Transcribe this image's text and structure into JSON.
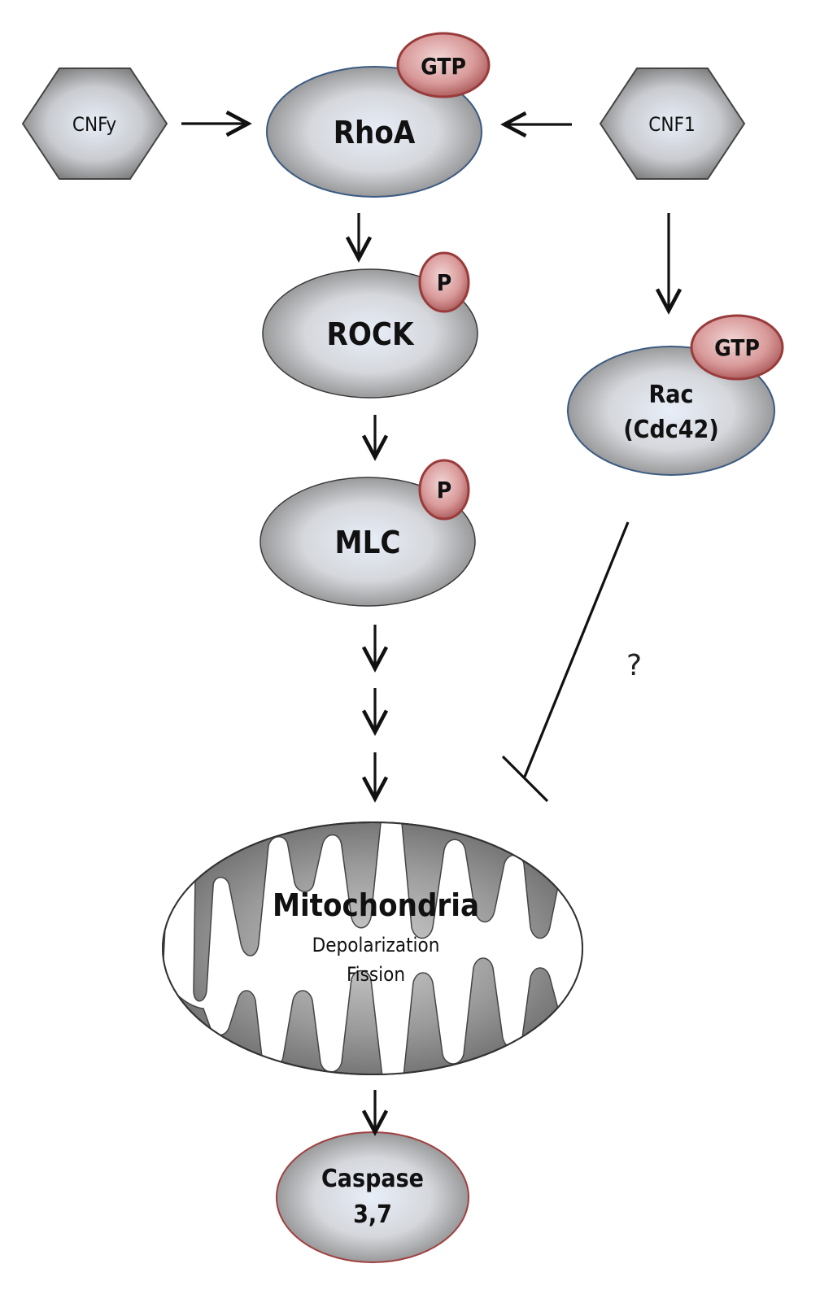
{
  "nodes": {
    "cnfy": "CNFy",
    "cnf1": "CNF1",
    "rhoa": "RhoA",
    "rhoa_badge": "GTP",
    "rock": "ROCK",
    "rock_badge": "P",
    "mlc": "MLC",
    "mlc_badge": "P",
    "rac_line1": "Rac",
    "rac_line2": "(Cdc42)",
    "rac_badge": "GTP",
    "mito_title": "Mitochondria",
    "mito_line1": "Depolarization",
    "mito_line2": "Fission",
    "casp_line1": "Caspase",
    "casp_line2": "3,7"
  },
  "annotations": {
    "question": "?"
  },
  "colors": {
    "node_fill_center": "#e6edf8",
    "node_fill_edge": "#8c8c8c",
    "badge_fill": "#d98c8c",
    "badge_edge": "#9a3b3b",
    "mito_dark": "#7f7f7f",
    "arrow": "#111111"
  }
}
